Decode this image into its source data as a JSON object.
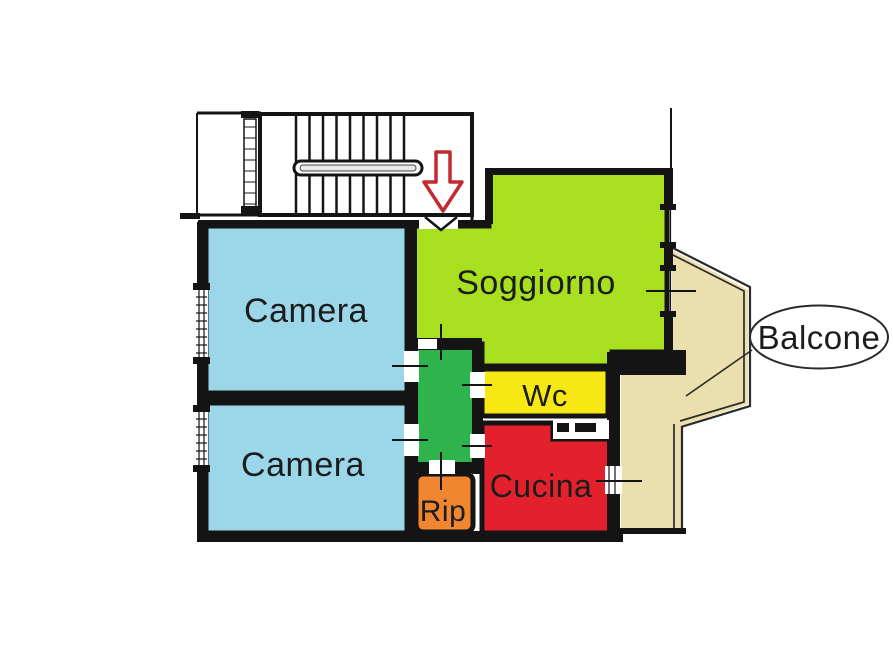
{
  "plan": {
    "rooms": {
      "camera1": {
        "label": "Camera",
        "color": "#9BD7E9"
      },
      "camera2": {
        "label": "Camera",
        "color": "#9BD7E9"
      },
      "soggiorno": {
        "label": "Soggiorno",
        "color": "#A8DF1F"
      },
      "corridor": {
        "color": "#2FB34C"
      },
      "wc": {
        "label": "Wc",
        "color": "#F7E713"
      },
      "cucina": {
        "label": "Cucina",
        "color": "#E2212D"
      },
      "rip": {
        "label": "Rip",
        "color": "#F0862F"
      },
      "balcone": {
        "label": "Balcone",
        "color": "#EBDFAD"
      }
    },
    "colors": {
      "wall": "#141414",
      "text": "#1C1C1C",
      "entrance_arrow": "#C22A31",
      "background": "#FFFFFF",
      "callout_border": "#2A2A2A"
    }
  }
}
